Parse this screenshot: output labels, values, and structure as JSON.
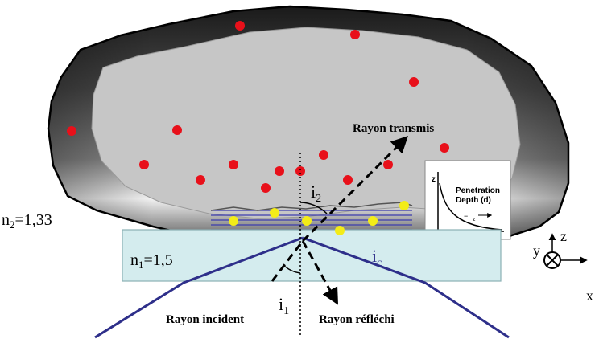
{
  "labels": {
    "rayon_transmis": "Rayon transmis",
    "rayon_incident": "Rayon incident",
    "rayon_reflechi": "Rayon réfléchi",
    "i2_base": "i",
    "i2_sub": "2",
    "i1_base": "i",
    "i1_sub": "1",
    "ic_base": "i",
    "ic_sub": "c",
    "n2_base": "n",
    "n2_sub": "2",
    "n2_value": "=1,33",
    "n1_base": "n",
    "n1_sub": "1",
    "n1_value": "=1,5"
  },
  "axes": {
    "z": "z",
    "y": "y",
    "x": "x"
  },
  "inset": {
    "line1": "Penetration",
    "line2": "Depth (d)",
    "iz_label": "−I",
    "iz_sub": "z",
    "z_label": "z"
  },
  "colors": {
    "cell_outer": "#2a2a2a",
    "cell_inner": "#c6c6c6",
    "glass": "#d4ecee",
    "ray": "#2e2f8a",
    "red_dot": "#e8101a",
    "yellow_dot": "#f3ec18",
    "evanescent": "#3c3cae"
  }
}
